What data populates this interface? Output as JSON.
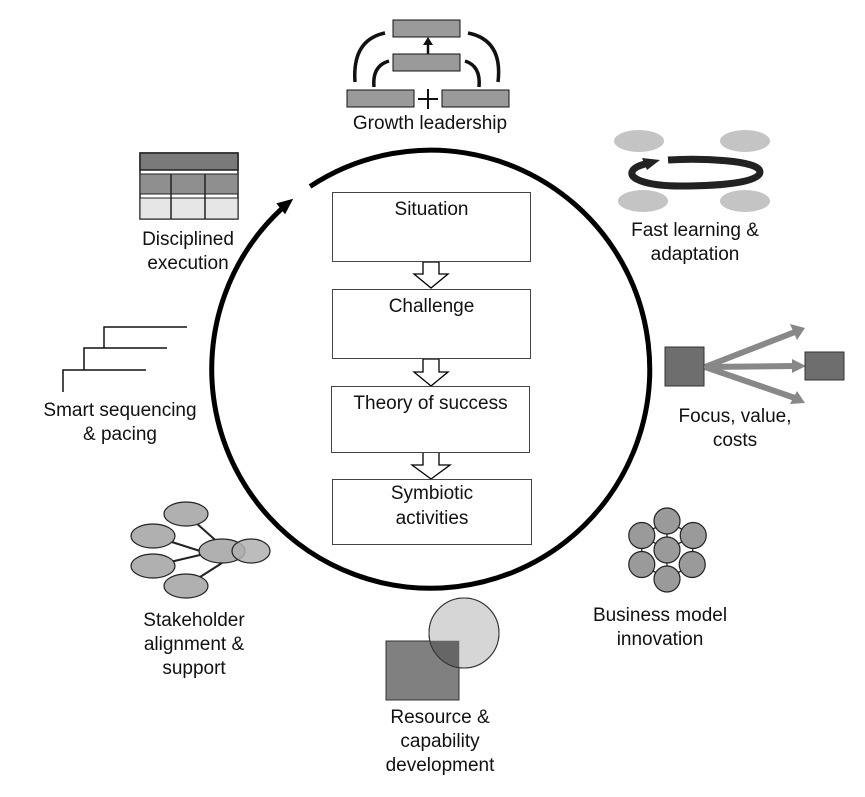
{
  "diagram": {
    "center_flow": [
      {
        "label": "Situation"
      },
      {
        "label": "Challenge"
      },
      {
        "label": "Theory of success"
      },
      {
        "label": "Symbiotic activities",
        "lines": [
          "Symbiotic",
          "activities"
        ]
      }
    ],
    "cycle": {
      "direction": "clockwise",
      "arrow": "cycle-arrow"
    },
    "outer_elements": [
      {
        "id": "growth-leadership",
        "lines": [
          "Growth leadership"
        ],
        "icon": "growth-leadership-icon",
        "position": "top"
      },
      {
        "id": "fast-learning",
        "lines": [
          "Fast learning &",
          "adaptation"
        ],
        "icon": "cycle-loop-icon",
        "position": "top-right"
      },
      {
        "id": "focus-value-costs",
        "lines": [
          "Focus, value,",
          "costs"
        ],
        "icon": "diverging-arrows-icon",
        "position": "right"
      },
      {
        "id": "business-model",
        "lines": [
          "Business model",
          "innovation"
        ],
        "icon": "network-nodes-icon",
        "position": "bottom-right"
      },
      {
        "id": "resource-capability",
        "lines": [
          "Resource &",
          "capability",
          "development"
        ],
        "icon": "overlap-square-circle-icon",
        "position": "bottom"
      },
      {
        "id": "stakeholder",
        "lines": [
          "Stakeholder",
          "alignment &",
          "support"
        ],
        "icon": "stakeholder-ellipses-icon",
        "position": "bottom-left"
      },
      {
        "id": "smart-sequencing",
        "lines": [
          "Smart sequencing",
          "& pacing"
        ],
        "icon": "staircase-icon",
        "position": "left"
      },
      {
        "id": "disciplined-execution",
        "lines": [
          "Disciplined",
          "execution"
        ],
        "icon": "table-grid-icon",
        "position": "top-left"
      }
    ],
    "colors": {
      "dark_gray": "#6e6e6e",
      "mid_gray": "#9a9a9a",
      "light_gray": "#c4c4c4",
      "pale_gray": "#e6e6e6",
      "line": "#000000"
    }
  }
}
